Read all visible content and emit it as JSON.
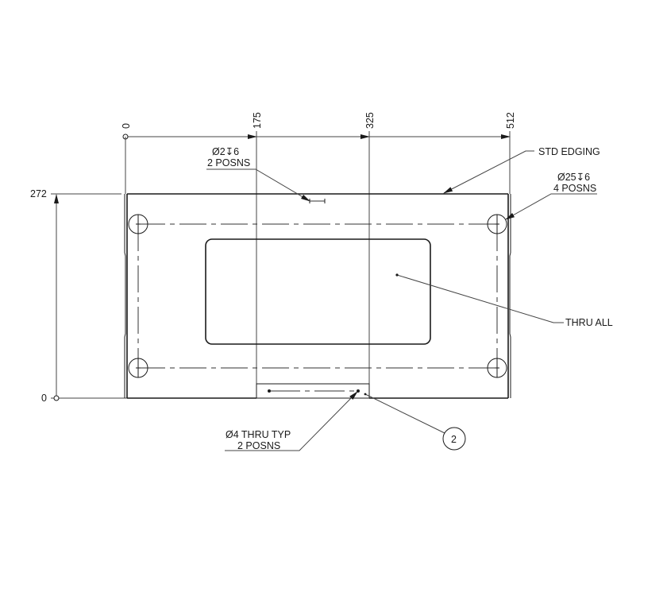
{
  "drawing": {
    "units": "mm",
    "horizontal_ordinates": [
      "0",
      "175",
      "325",
      "512"
    ],
    "vertical_ordinates": [
      "272",
      "0"
    ],
    "callouts": {
      "small_hole": {
        "line1": "Ø2↧6",
        "line2": "2 POSNS"
      },
      "large_hole": {
        "line1": "Ø25↧6",
        "line2": "4 POSNS"
      },
      "edging": "STD EDGING",
      "cutout": "THRU ALL",
      "tab_hole": {
        "line1": "Ø4 THRU TYP",
        "line2": "2 POSNS"
      },
      "balloon": "2"
    },
    "colors": {
      "line": "#1a1a1a",
      "background": "#ffffff"
    }
  }
}
